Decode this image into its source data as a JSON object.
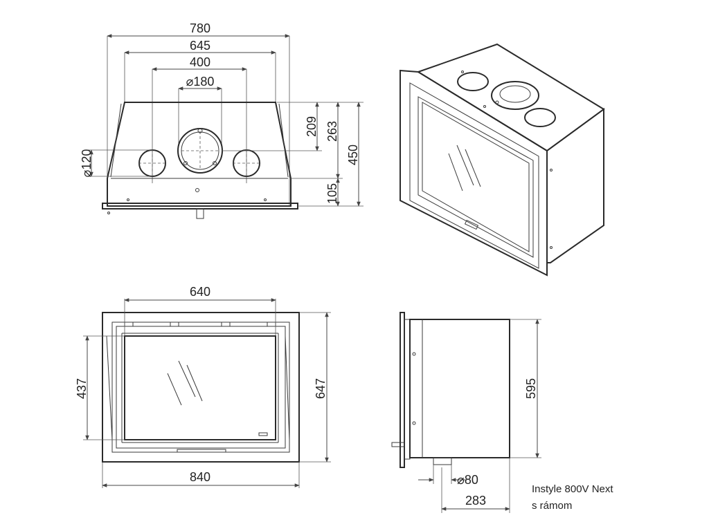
{
  "front_view": {
    "dim_780": "780",
    "dim_645": "645",
    "dim_400": "400",
    "dim_180": "⌀180",
    "dim_120": "⌀120",
    "dim_209": "209",
    "dim_263": "263",
    "dim_450": "450",
    "dim_105": "105"
  },
  "bottom_view": {
    "dim_640": "640",
    "dim_437": "437",
    "dim_647": "647",
    "dim_840": "840"
  },
  "side_view": {
    "dim_595": "595",
    "dim_80": "⌀80",
    "dim_283": "283"
  },
  "caption": {
    "line1": "Instyle 800V Next",
    "line2": "s rámom"
  }
}
